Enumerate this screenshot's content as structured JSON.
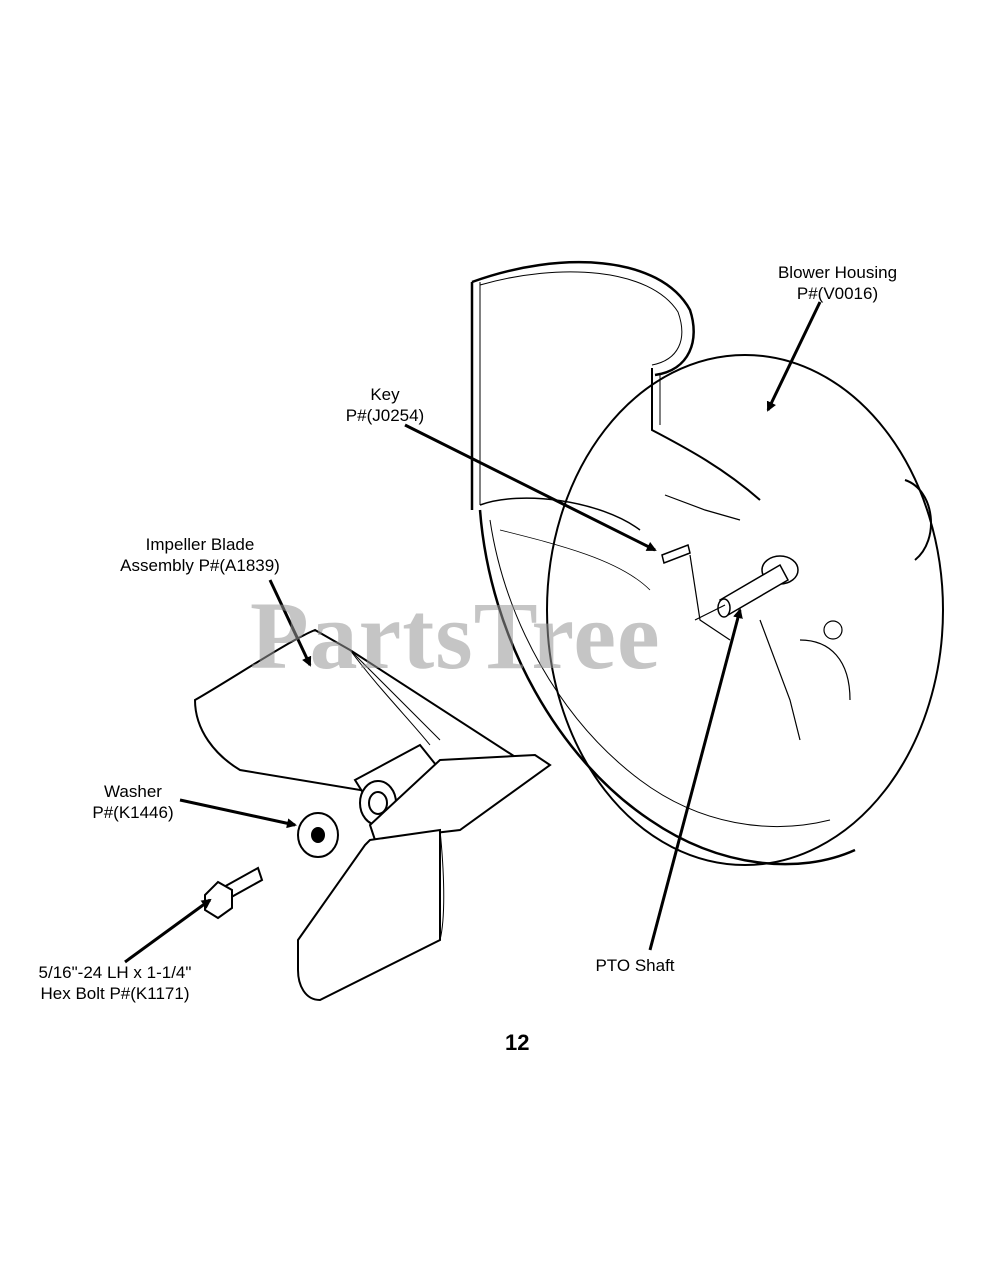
{
  "labels": {
    "blower_housing": {
      "line1": "Blower Housing",
      "line2": "P#(V0016)"
    },
    "key": {
      "line1": "Key",
      "line2": "P#(J0254)"
    },
    "impeller": {
      "line1": "Impeller Blade",
      "line2": "Assembly P#(A1839)"
    },
    "washer": {
      "line1": "Washer",
      "line2": "P#(K1446)"
    },
    "hex_bolt": {
      "line1": "5/16\"-24 LH x 1-1/4\"",
      "line2": "Hex Bolt P#(K1171)"
    },
    "pto_shaft": {
      "line1": "PTO Shaft"
    }
  },
  "watermark": "PartsTree",
  "page_number": "12"
}
